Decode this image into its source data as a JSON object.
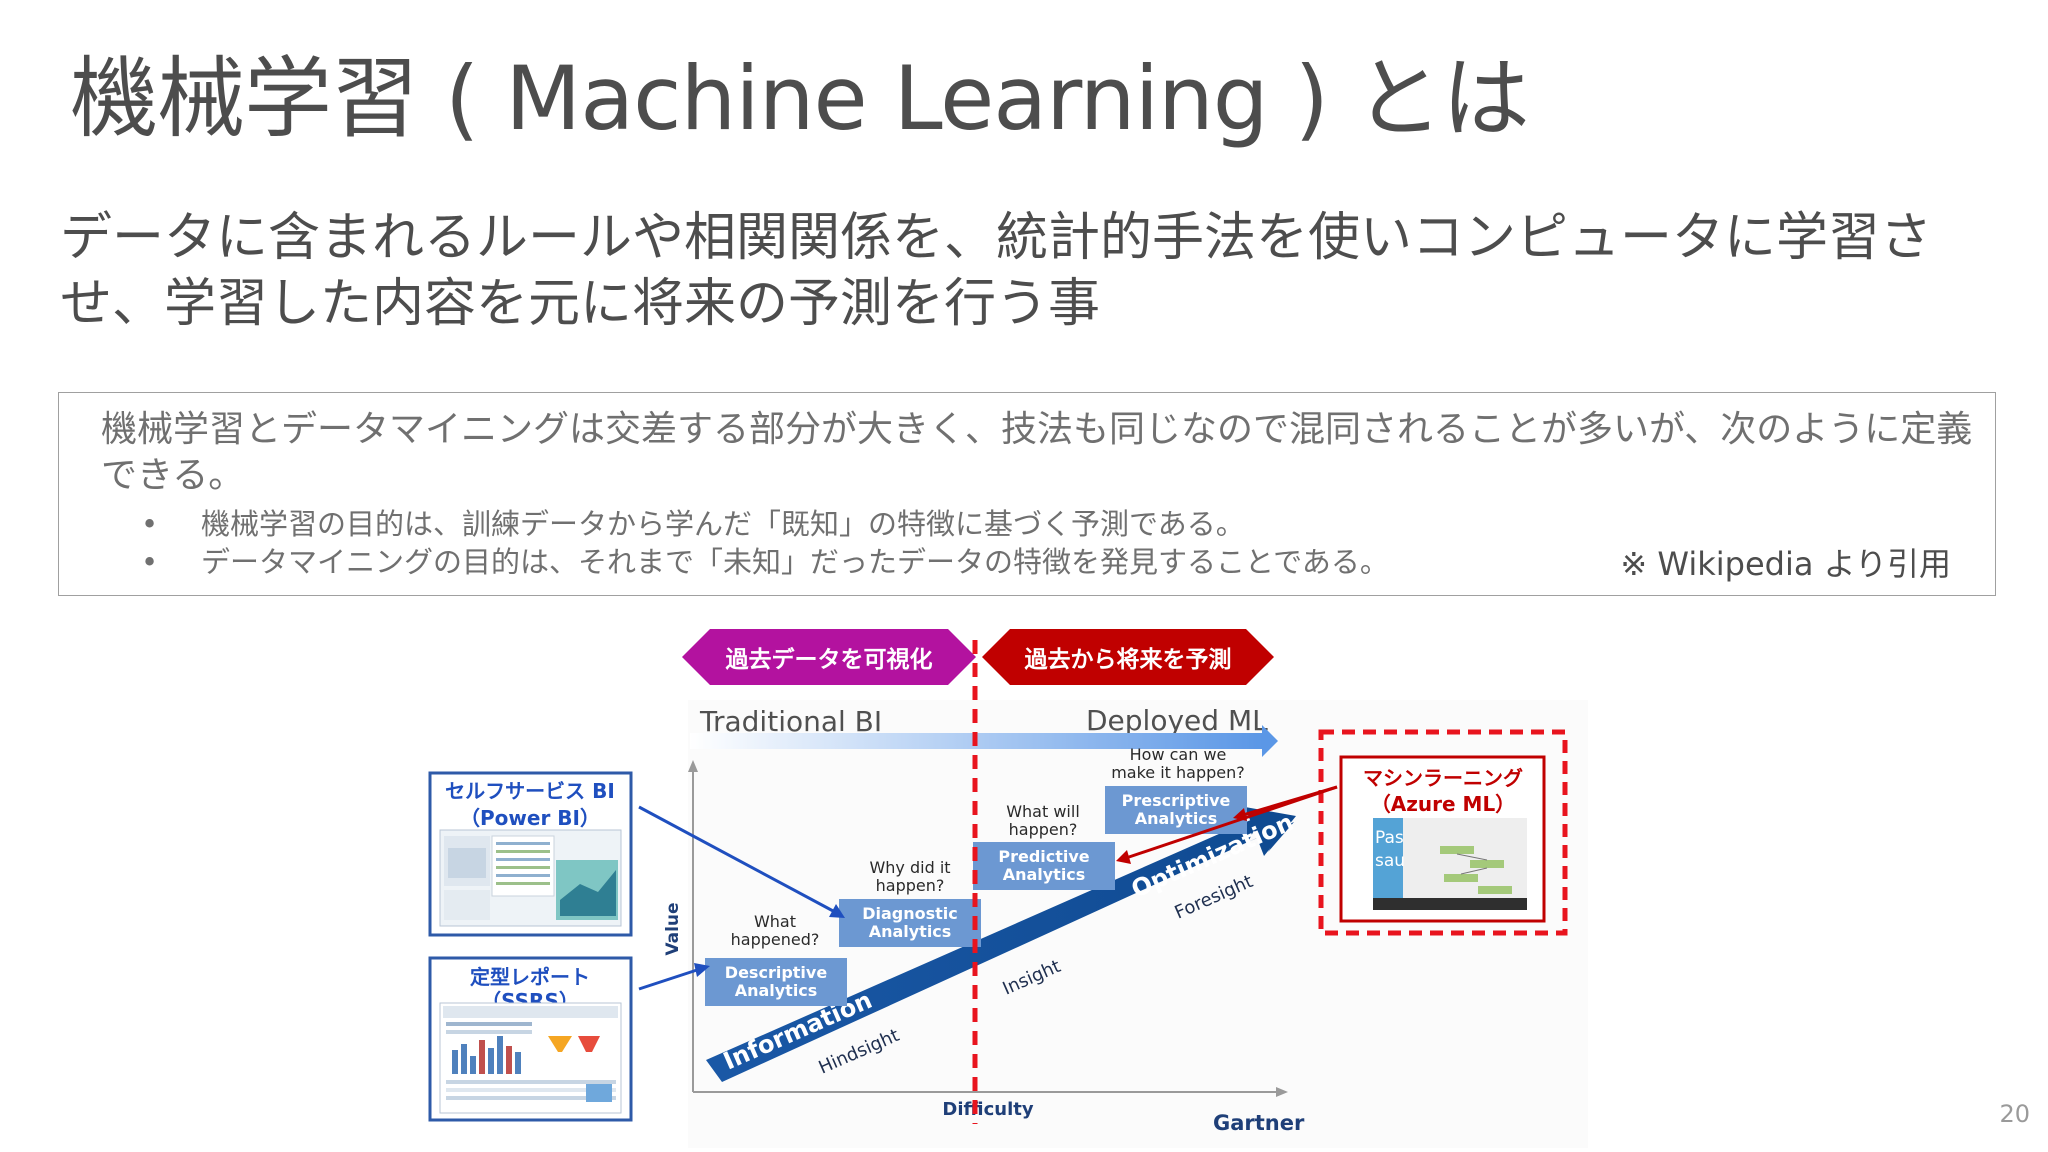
{
  "slide": {
    "title": "機械学習 ( Machine Learning ) とは",
    "lead": "データに含まれるルールや相関関係を、統計的手法を使いコンピュータに学習させ、学習した内容を元に将来の予測を行う事",
    "page_number": "20"
  },
  "quote": {
    "text": "機械学習とデータマイニングは交差する部分が大きく、技法も同じなので混同されることが多いが、次のように定義できる。",
    "items": [
      {
        "bullet": "•",
        "text": "機械学習の目的は、訓練データから学んだ「既知」の特徴に基づく予測である。"
      },
      {
        "bullet": "•",
        "text": "データマイニングの目的は、それまで「未知」だったデータの特徴を発見することである。"
      }
    ],
    "source": "※ Wikipedia より引用"
  },
  "diagram": {
    "past_label": "過去データを可視化",
    "future_label": "過去から将来を予測",
    "traditional_bi": "Traditional BI",
    "deployed_ml": "Deployed ML",
    "stages": [
      {
        "question_lines": [
          "What",
          "happened?"
        ],
        "box_lines": [
          "Descriptive",
          "Analytics"
        ]
      },
      {
        "question_lines": [
          "Why did it",
          "happen?"
        ],
        "box_lines": [
          "Diagnostic",
          "Analytics"
        ]
      },
      {
        "question_lines": [
          "What will",
          "happen?"
        ],
        "box_lines": [
          "Predictive",
          "Analytics"
        ]
      },
      {
        "question_lines": [
          "How can we",
          "make it happen?"
        ],
        "box_lines": [
          "Prescriptive",
          "Analytics"
        ]
      }
    ],
    "band_information": "Information",
    "band_optimization": "Optimization",
    "hindsight": "Hindsight",
    "insight": "Insight",
    "foresight": "Foresight",
    "y_axis": "Value",
    "x_axis": "Difficulty",
    "brand": "Gartner",
    "self_service_lines": [
      "セルフサービス BI",
      "（Power BI）"
    ],
    "report_lines": [
      "定型レポート",
      "（SSRS）"
    ],
    "ml_lines": [
      "マシンラーニング",
      "（Azure ML）"
    ],
    "ml_screen_text": [
      "Pas",
      "sau"
    ],
    "colors": {
      "past": "#b3129f",
      "future": "#c00000",
      "divider": "#e8141e",
      "stage_box": "#6c98d2",
      "band": "#0f4a91",
      "flow_arrow": "#5b97e6",
      "connector": "#1f4fbf",
      "callout_border": "#2e5aa8"
    }
  }
}
